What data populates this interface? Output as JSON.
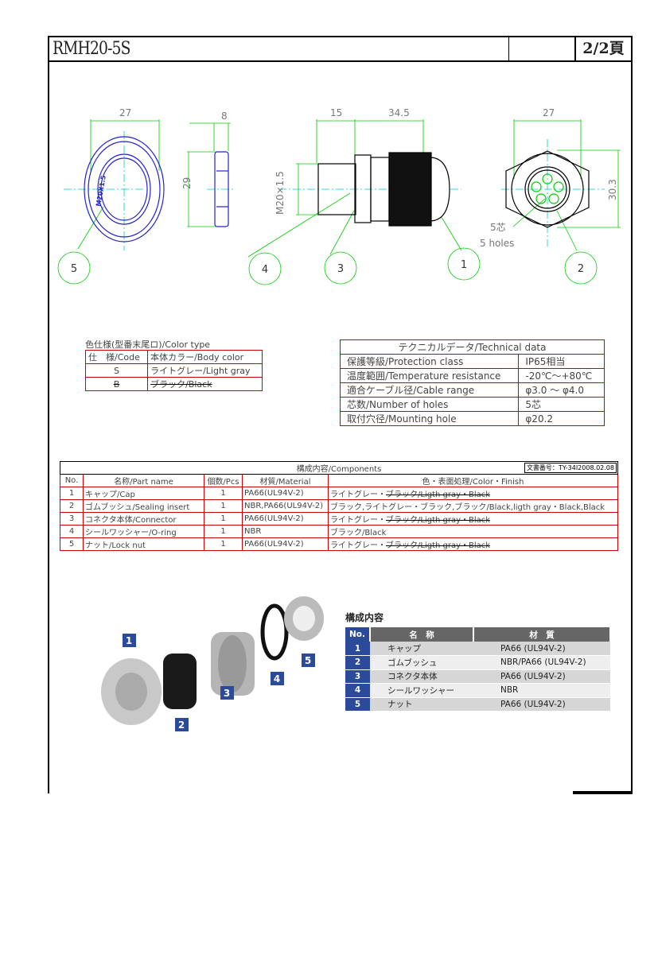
{
  "header": {
    "title": "RMH20-5S",
    "page": "2/2頁"
  },
  "drawing": {
    "dims": {
      "nut_width": "27",
      "nut_thickness": "8",
      "nut_height": "29",
      "thread_len": "15",
      "body_len": "34.5",
      "thread_spec": "M20×1.5",
      "front_width": "27",
      "front_height": "30.3",
      "nut_marking": "M20X1.5",
      "holes_jp": "5芯",
      "holes_en": "5 holes"
    },
    "balloons": [
      "5",
      "4",
      "3",
      "1",
      "2"
    ]
  },
  "color_type": {
    "caption": "色仕様(型番末尾ロ)/Color type",
    "headers": [
      "仕　様/Code",
      "本体カラー/Body color"
    ],
    "rows": [
      {
        "code": "S",
        "color": "ライトグレー/Light gray"
      },
      {
        "code": "B",
        "color": "ブラック/Black"
      }
    ]
  },
  "technical": {
    "title": "テクニカルデータ/Technical data",
    "rows": [
      {
        "label": "保護等級/Protection class",
        "value": "IP65相当"
      },
      {
        "label": "温度範囲/Temperature resistance",
        "value": "-20℃～+80℃"
      },
      {
        "label": "適合ケーブル径/Cable range",
        "value": "φ3.0 ～ φ4.0"
      },
      {
        "label": "芯数/Number of holes",
        "value": "5芯"
      },
      {
        "label": "取付穴径/Mounting hole",
        "value": "φ20.2"
      }
    ]
  },
  "components": {
    "title": "構成内容/Components",
    "doc_no": "文書番号：TY-34I2008.02.08",
    "headers": [
      "No.",
      "名称/Part name",
      "個数/Pcs",
      "材質/Material",
      "色・表面処理/Color・Finish"
    ],
    "rows": [
      {
        "no": "1",
        "name": "キャップ/Cap",
        "pcs": "1",
        "material": "PA66(UL94V-2)",
        "color_a": "ライトグレー・",
        "color_b": "ブラック/Ligth gray・Black"
      },
      {
        "no": "2",
        "name": "ゴムブッシュ/Sealing insert",
        "pcs": "1",
        "material": "NBR,PA66(UL94V-2)",
        "color_a": "ブラック,ライトグレー・ブラック,ブラック/Black,ligth gray・Black,Black",
        "color_b": ""
      },
      {
        "no": "3",
        "name": "コネクタ本体/Connector",
        "pcs": "1",
        "material": "PA66(UL94V-2)",
        "color_a": "ライトグレー・",
        "color_b": "ブラック/Ligth gray・Black"
      },
      {
        "no": "4",
        "name": "シールワッシャー/O-ring",
        "pcs": "1",
        "material": "NBR",
        "color_a": "ブラック/Black",
        "color_b": ""
      },
      {
        "no": "5",
        "name": "ナット/Lock nut",
        "pcs": "1",
        "material": "PA66(UL94V-2)",
        "color_a": "ライトグレー・",
        "color_b": "ブラック/Ligth gray・Black"
      }
    ]
  },
  "parts_table": {
    "title": "構成内容",
    "headers": [
      "No.",
      "名　称",
      "材　質"
    ],
    "rows": [
      {
        "no": "1",
        "name": "キャップ",
        "material": "PA66 (UL94V-2)"
      },
      {
        "no": "2",
        "name": "ゴムブッシュ",
        "material": "NBR/PA66 (UL94V-2)"
      },
      {
        "no": "3",
        "name": "コネクタ本体",
        "material": "PA66 (UL94V-2)"
      },
      {
        "no": "4",
        "name": "シールワッシャー",
        "material": "NBR"
      },
      {
        "no": "5",
        "name": "ナット",
        "material": "PA66 (UL94V-2)"
      }
    ]
  },
  "photo_labels": [
    "1",
    "2",
    "3",
    "4",
    "5"
  ]
}
